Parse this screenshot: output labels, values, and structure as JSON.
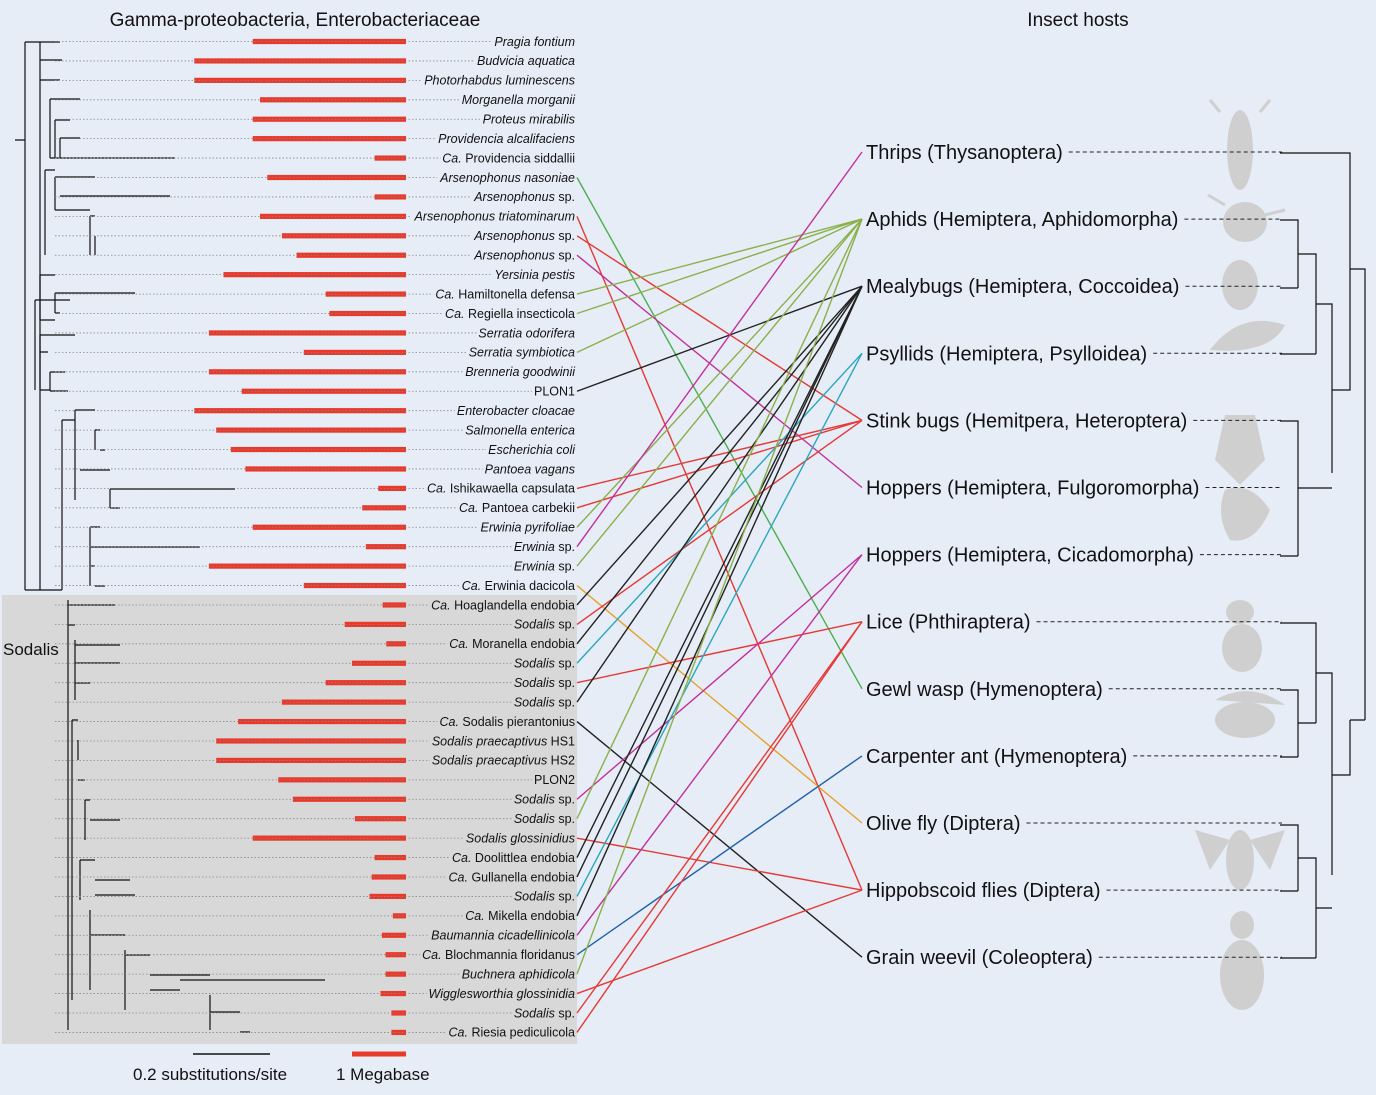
{
  "headers": {
    "left": "Gamma-proteobacteria, Enterobacteriaceae",
    "right": "Insect hosts"
  },
  "clade_label": "Sodalis",
  "scale": {
    "substitutions": "0.2 substitutions/site",
    "genome": "1 Megabase"
  },
  "colors": {
    "bar": "#e8392b",
    "clade_box": "#d8d8d8",
    "background": "#e6edf6",
    "silhouette": "#cfcfcf"
  },
  "taxa": [
    {
      "prefix": "",
      "name": "Pragia fontium",
      "suffix": "",
      "italic": true,
      "genome_mb": 2.1
    },
    {
      "prefix": "",
      "name": "Budvicia aquatica",
      "suffix": "",
      "italic": true,
      "genome_mb": 2.9
    },
    {
      "prefix": "",
      "name": "Photorhabdus luminescens",
      "suffix": "",
      "italic": true,
      "genome_mb": 2.9
    },
    {
      "prefix": "",
      "name": "Morganella morganii",
      "suffix": "",
      "italic": true,
      "genome_mb": 2.0
    },
    {
      "prefix": "",
      "name": "Proteus mirabilis",
      "suffix": "",
      "italic": true,
      "genome_mb": 2.1
    },
    {
      "prefix": "",
      "name": "Providencia alcalifaciens",
      "suffix": "",
      "italic": true,
      "genome_mb": 2.1
    },
    {
      "prefix": "Ca.",
      "name": "Providencia siddallii",
      "suffix": "",
      "italic": false,
      "genome_mb": 0.43
    },
    {
      "prefix": "",
      "name": "Arsenophonus nasoniae",
      "suffix": "",
      "italic": true,
      "genome_mb": 1.9
    },
    {
      "prefix": "",
      "name": "Arsenophonus",
      "suffix": "sp.",
      "italic": true,
      "genome_mb": 0.43
    },
    {
      "prefix": "",
      "name": "Arsenophonus triatominarum",
      "suffix": "",
      "italic": true,
      "genome_mb": 2.0
    },
    {
      "prefix": "",
      "name": "Arsenophonus",
      "suffix": "sp.",
      "italic": true,
      "genome_mb": 1.7
    },
    {
      "prefix": "",
      "name": "Arsenophonus",
      "suffix": "sp.",
      "italic": true,
      "genome_mb": 1.5
    },
    {
      "prefix": "",
      "name": "Yersinia pestis",
      "suffix": "",
      "italic": true,
      "genome_mb": 2.5
    },
    {
      "prefix": "Ca.",
      "name": "Hamiltonella defensa",
      "suffix": "",
      "italic": false,
      "genome_mb": 1.1
    },
    {
      "prefix": "Ca.",
      "name": "Regiella insecticola",
      "suffix": "",
      "italic": false,
      "genome_mb": 1.05
    },
    {
      "prefix": "",
      "name": "Serratia odorifera",
      "suffix": "",
      "italic": true,
      "genome_mb": 2.7
    },
    {
      "prefix": "",
      "name": "Serratia symbiotica",
      "suffix": "",
      "italic": true,
      "genome_mb": 1.4
    },
    {
      "prefix": "",
      "name": "Brenneria goodwinii",
      "suffix": "",
      "italic": true,
      "genome_mb": 2.7
    },
    {
      "prefix": "",
      "name": "PLON1",
      "suffix": "",
      "italic": false,
      "genome_mb": 2.25
    },
    {
      "prefix": "",
      "name": "Enterobacter cloacae",
      "suffix": "",
      "italic": true,
      "genome_mb": 2.9
    },
    {
      "prefix": "",
      "name": "Salmonella enterica",
      "suffix": "",
      "italic": true,
      "genome_mb": 2.6
    },
    {
      "prefix": "",
      "name": "Escherichia coli",
      "suffix": "",
      "italic": true,
      "genome_mb": 2.4
    },
    {
      "prefix": "",
      "name": "Pantoea vagans",
      "suffix": "",
      "italic": true,
      "genome_mb": 2.2
    },
    {
      "prefix": "Ca.",
      "name": "Ishikawaella capsulata",
      "suffix": "",
      "italic": false,
      "genome_mb": 0.38
    },
    {
      "prefix": "Ca.",
      "name": "Pantoea carbekii",
      "suffix": "",
      "italic": false,
      "genome_mb": 0.6
    },
    {
      "prefix": "",
      "name": "Erwinia pyrifoliae",
      "suffix": "",
      "italic": true,
      "genome_mb": 2.1
    },
    {
      "prefix": "",
      "name": "Erwinia",
      "suffix": "sp.",
      "italic": true,
      "genome_mb": 0.55
    },
    {
      "prefix": "",
      "name": "Erwinia",
      "suffix": "sp.",
      "italic": true,
      "genome_mb": 2.7
    },
    {
      "prefix": "Ca.",
      "name": "Erwinia dacicola",
      "suffix": "",
      "italic": false,
      "genome_mb": 1.4
    },
    {
      "prefix": "Ca.",
      "name": "Hoaglandella endobia",
      "suffix": "",
      "italic": false,
      "genome_mb": 0.32
    },
    {
      "prefix": "",
      "name": "Sodalis",
      "suffix": "sp.",
      "italic": true,
      "genome_mb": 0.84
    },
    {
      "prefix": "Ca.",
      "name": "Moranella endobia",
      "suffix": "",
      "italic": false,
      "genome_mb": 0.27
    },
    {
      "prefix": "",
      "name": "Sodalis",
      "suffix": "sp.",
      "italic": true,
      "genome_mb": 0.74
    },
    {
      "prefix": "",
      "name": "Sodalis",
      "suffix": "sp.",
      "italic": true,
      "genome_mb": 1.1
    },
    {
      "prefix": "",
      "name": "Sodalis",
      "suffix": "sp.",
      "italic": true,
      "genome_mb": 1.7
    },
    {
      "prefix": "Ca.",
      "name": "Sodalis pierantonius",
      "suffix": "",
      "italic": false,
      "genome_mb": 2.3
    },
    {
      "prefix": "",
      "name": "Sodalis praecaptivus",
      "suffix": "HS1",
      "italic": true,
      "genome_mb": 2.6
    },
    {
      "prefix": "",
      "name": "Sodalis praecaptivus",
      "suffix": "HS2",
      "italic": true,
      "genome_mb": 2.6
    },
    {
      "prefix": "",
      "name": "PLON2",
      "suffix": "",
      "italic": false,
      "genome_mb": 1.75
    },
    {
      "prefix": "",
      "name": "Sodalis",
      "suffix": "sp.",
      "italic": true,
      "genome_mb": 1.55
    },
    {
      "prefix": "",
      "name": "Sodalis",
      "suffix": "sp.",
      "italic": true,
      "genome_mb": 0.7
    },
    {
      "prefix": "",
      "name": "Sodalis glossinidius",
      "suffix": "",
      "italic": true,
      "genome_mb": 2.1
    },
    {
      "prefix": "Ca.",
      "name": "Doolittlea endobia",
      "suffix": "",
      "italic": false,
      "genome_mb": 0.43
    },
    {
      "prefix": "Ca.",
      "name": "Gullanella endobia",
      "suffix": "",
      "italic": false,
      "genome_mb": 0.47
    },
    {
      "prefix": "",
      "name": "Sodalis",
      "suffix": "sp.",
      "italic": true,
      "genome_mb": 0.5
    },
    {
      "prefix": "Ca.",
      "name": "Mikella endobia",
      "suffix": "",
      "italic": false,
      "genome_mb": 0.18
    },
    {
      "prefix": "",
      "name": "Baumannia cicadellinicola",
      "suffix": "",
      "italic": true,
      "genome_mb": 0.33
    },
    {
      "prefix": "Ca.",
      "name": "Blochmannia floridanus",
      "suffix": "",
      "italic": false,
      "genome_mb": 0.28
    },
    {
      "prefix": "",
      "name": "Buchnera aphidicola",
      "suffix": "",
      "italic": true,
      "genome_mb": 0.28
    },
    {
      "prefix": "",
      "name": "Wigglesworthia glossinidia",
      "suffix": "",
      "italic": true,
      "genome_mb": 0.35
    },
    {
      "prefix": "",
      "name": "Sodalis",
      "suffix": "sp.",
      "italic": true,
      "genome_mb": 0.2
    },
    {
      "prefix": "Ca.",
      "name": "Riesia pediculicola",
      "suffix": "",
      "italic": false,
      "genome_mb": 0.2
    }
  ],
  "hosts": [
    {
      "label": "Thrips (Thysanoptera)"
    },
    {
      "label": "Aphids (Hemiptera, Aphidomorpha)"
    },
    {
      "label": "Mealybugs (Hemiptera, Coccoidea)"
    },
    {
      "label": "Psyllids (Hemiptera, Psylloidea)"
    },
    {
      "label": "Stink bugs (Hemitpera, Heteroptera)"
    },
    {
      "label": "Hoppers (Hemiptera, Fulgoromorpha)"
    },
    {
      "label": "Hoppers (Hemiptera, Cicadomorpha)"
    },
    {
      "label": "Lice (Phthiraptera)"
    },
    {
      "label": "Gewl wasp (Hymenoptera)"
    },
    {
      "label": "Carpenter ant (Hymenoptera)"
    },
    {
      "label": "Olive fly (Diptera)"
    },
    {
      "label": "Hippobscoid flies (Diptera)"
    },
    {
      "label": "Grain weevil (Coleoptera)"
    }
  ],
  "associations": [
    {
      "taxon": 7,
      "host": 8,
      "color": "#4caf50"
    },
    {
      "taxon": 9,
      "host": 11,
      "color": "#e53935"
    },
    {
      "taxon": 10,
      "host": 4,
      "color": "#e53935"
    },
    {
      "taxon": 11,
      "host": 5,
      "color": "#c2309e"
    },
    {
      "taxon": 13,
      "host": 1,
      "color": "#8bb04a"
    },
    {
      "taxon": 14,
      "host": 1,
      "color": "#8bb04a"
    },
    {
      "taxon": 16,
      "host": 1,
      "color": "#8bb04a"
    },
    {
      "taxon": 18,
      "host": 2,
      "color": "#222222"
    },
    {
      "taxon": 23,
      "host": 4,
      "color": "#e53935"
    },
    {
      "taxon": 24,
      "host": 4,
      "color": "#e53935"
    },
    {
      "taxon": 25,
      "host": 1,
      "color": "#8bb04a"
    },
    {
      "taxon": 26,
      "host": 0,
      "color": "#c2309e"
    },
    {
      "taxon": 27,
      "host": 1,
      "color": "#8bb04a"
    },
    {
      "taxon": 28,
      "host": 10,
      "color": "#e6a22a"
    },
    {
      "taxon": 29,
      "host": 2,
      "color": "#222222"
    },
    {
      "taxon": 30,
      "host": 4,
      "color": "#e53935"
    },
    {
      "taxon": 31,
      "host": 2,
      "color": "#222222"
    },
    {
      "taxon": 32,
      "host": 3,
      "color": "#2aa7c0"
    },
    {
      "taxon": 33,
      "host": 7,
      "color": "#e53935"
    },
    {
      "taxon": 34,
      "host": 2,
      "color": "#222222"
    },
    {
      "taxon": 35,
      "host": 12,
      "color": "#222222"
    },
    {
      "taxon": 39,
      "host": 6,
      "color": "#c2309e"
    },
    {
      "taxon": 40,
      "host": 1,
      "color": "#8bb04a"
    },
    {
      "taxon": 41,
      "host": 11,
      "color": "#e53935"
    },
    {
      "taxon": 42,
      "host": 2,
      "color": "#222222"
    },
    {
      "taxon": 43,
      "host": 2,
      "color": "#222222"
    },
    {
      "taxon": 44,
      "host": 3,
      "color": "#2aa7c0"
    },
    {
      "taxon": 45,
      "host": 2,
      "color": "#222222"
    },
    {
      "taxon": 46,
      "host": 6,
      "color": "#c2309e"
    },
    {
      "taxon": 47,
      "host": 9,
      "color": "#1f5fa8"
    },
    {
      "taxon": 48,
      "host": 1,
      "color": "#8bb04a"
    },
    {
      "taxon": 49,
      "host": 11,
      "color": "#e53935"
    },
    {
      "taxon": 50,
      "host": 7,
      "color": "#e53935"
    },
    {
      "taxon": 51,
      "host": 7,
      "color": "#e53935"
    }
  ]
}
